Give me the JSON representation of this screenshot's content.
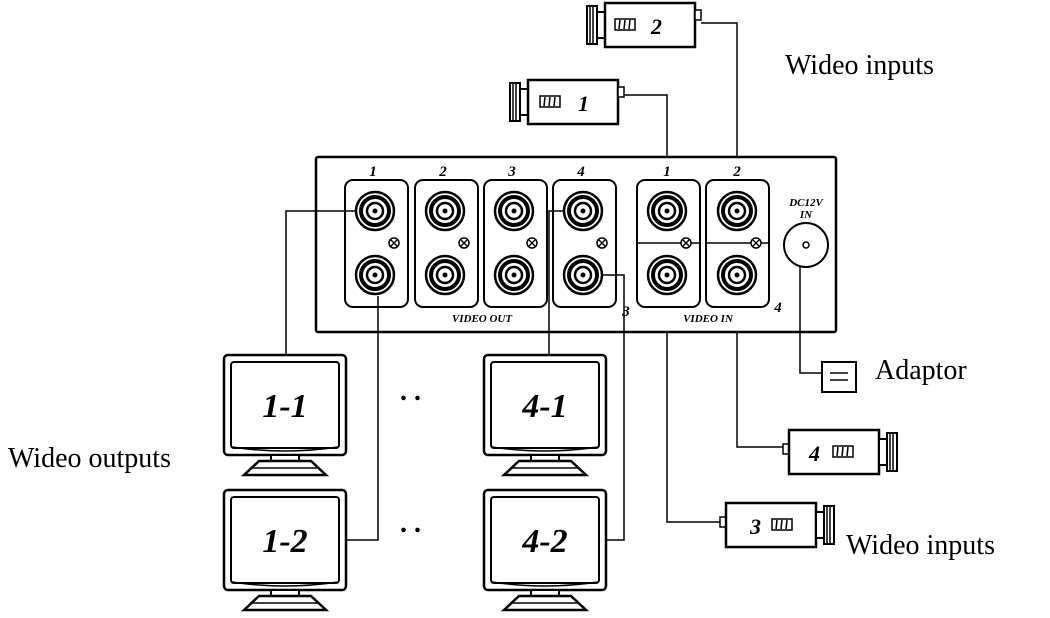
{
  "labels": {
    "wideo_inputs_top": "Wideo inputs",
    "wideo_inputs_bottom": "Wideo inputs",
    "wideo_outputs": "Wideo outputs",
    "adaptor": "Adaptor"
  },
  "panel": {
    "out_numbers": [
      "1",
      "2",
      "3",
      "4"
    ],
    "in_numbers_top": [
      "1",
      "2"
    ],
    "in_numbers_side": [
      "3",
      "4"
    ],
    "video_out": "VIDEO OUT",
    "video_in": "VIDEO IN",
    "dc_line1": "DC12V",
    "dc_line2": "IN"
  },
  "cameras": [
    {
      "id": "cam1",
      "number": "1",
      "mark": "‚"
    },
    {
      "id": "cam2",
      "number": "2",
      "mark": "‚"
    },
    {
      "id": "cam3",
      "number": "3",
      "mark": "‚"
    },
    {
      "id": "cam4",
      "number": "4",
      "mark": "‚"
    }
  ],
  "monitors": [
    {
      "id": "mon11",
      "label": "1-1"
    },
    {
      "id": "mon41",
      "label": "4-1"
    },
    {
      "id": "mon12",
      "label": "1-2"
    },
    {
      "id": "mon42",
      "label": "4-2"
    }
  ],
  "ellipsis": ". ."
}
